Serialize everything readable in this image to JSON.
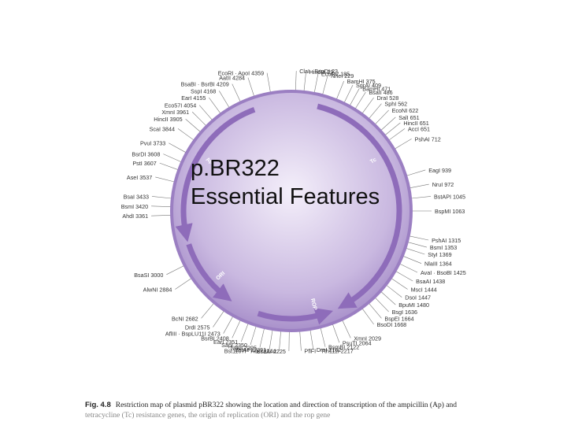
{
  "slide": {
    "title_line1": "p.BR322",
    "title_line2": "Essential Features"
  },
  "caption": {
    "figure_label": "Fig. 4.8",
    "text": "Restriction map of plasmid pBR322 showing the location and direction of transcription of the ampicillin (Ap) and",
    "text_line2": "tetracycline (Tc) resistance genes, the origin of replication (ORI) and the rop gene"
  },
  "plasmid": {
    "colors": {
      "disc_center": "#f4effa",
      "disc_edge": "#a58cc8",
      "ring": "#9b7fc2",
      "arrow": "#8e6cba",
      "label": "#333333",
      "leader": "#777777"
    },
    "genes": [
      {
        "label": "Tc",
        "angle": 58
      },
      {
        "label": "Ap",
        "angle": 302
      },
      {
        "label": "ORI",
        "angle": 228
      },
      {
        "label": "ROP",
        "angle": 166
      }
    ],
    "sites": [
      {
        "label": "EcoRI · ApoI 4359",
        "angle": 350
      },
      {
        "label": "AatII 4284",
        "angle": 342
      },
      {
        "label": "BsaBI · BsrBI 4209",
        "angle": 335
      },
      {
        "label": "SspI 4168",
        "angle": 329
      },
      {
        "label": "EarI 4155",
        "angle": 324
      },
      {
        "label": "Eco57I 4054",
        "angle": 319
      },
      {
        "label": "XmnI 3961",
        "angle": 315
      },
      {
        "label": "HincII 3905",
        "angle": 311
      },
      {
        "label": "ScaI 3844",
        "angle": 306
      },
      {
        "label": "PvuI 3733",
        "angle": 299
      },
      {
        "label": "BsrDI 3608",
        "angle": 294
      },
      {
        "label": "PstI 3607",
        "angle": 290
      },
      {
        "label": "AseI 3537",
        "angle": 284
      },
      {
        "label": "BsaI 3433",
        "angle": 276
      },
      {
        "label": "BsmI 3420",
        "angle": 272
      },
      {
        "label": "AhdI 3361",
        "angle": 268
      },
      {
        "label": "BsaSI 3000",
        "angle": 243
      },
      {
        "label": "AlwNI 2884",
        "angle": 236
      },
      {
        "label": "BcNI 2682",
        "angle": 220
      },
      {
        "label": "DrdI 2575",
        "angle": 214
      },
      {
        "label": "AflIII · BspLU11I 2473",
        "angle": 209
      },
      {
        "label": "BsrBI 2408",
        "angle": 205
      },
      {
        "label": "EarI 2351",
        "angle": 201
      },
      {
        "label": "SapI 2350",
        "angle": 197
      },
      {
        "label": "NdeI 2295",
        "angle": 193
      },
      {
        "label": "BstAPI 2291",
        "angle": 189
      },
      {
        "label": "Bst1107I · AccI 2244",
        "angle": 185
      },
      {
        "label": "BsaAI 2225",
        "angle": 181
      },
      {
        "label": "PflFI · Tth111I 2217",
        "angle": 176
      },
      {
        "label": "DraI 2162",
        "angle": 171
      },
      {
        "label": "BsmBI 2122",
        "angle": 166
      },
      {
        "label": "PsuTI 2064",
        "angle": 160
      },
      {
        "label": "XmnI 2029",
        "angle": 155
      },
      {
        "label": "BsoDI 1668",
        "angle": 144
      },
      {
        "label": "BspEI 1664",
        "angle": 140
      },
      {
        "label": "BsgI 1636",
        "angle": 136
      },
      {
        "label": "BpuMI 1480",
        "angle": 132
      },
      {
        "label": "DsoI 1447",
        "angle": 128
      },
      {
        "label": "MscI 1444",
        "angle": 124
      },
      {
        "label": "BsaAI 1438",
        "angle": 120
      },
      {
        "label": "AvaI · BsoBI 1425",
        "angle": 116
      },
      {
        "label": "NlaIII 1364",
        "angle": 112
      },
      {
        "label": "StyI 1369",
        "angle": 108
      },
      {
        "label": "BsmI 1353",
        "angle": 105
      },
      {
        "label": "PshAI 1315",
        "angle": 102
      },
      {
        "label": "BspMI 1063",
        "angle": 90
      },
      {
        "label": "BstAPI 1045",
        "angle": 84
      },
      {
        "label": "NruI 972",
        "angle": 79
      },
      {
        "label": "EagI 939",
        "angle": 73
      },
      {
        "label": "PshAI 712",
        "angle": 59
      },
      {
        "label": "AccI 651",
        "angle": 54
      },
      {
        "label": "HincII 651",
        "angle": 51
      },
      {
        "label": "SalI 651",
        "angle": 48
      },
      {
        "label": "EcoNI 622",
        "angle": 44
      },
      {
        "label": "SphI 562",
        "angle": 40
      },
      {
        "label": "DraI 528",
        "angle": 36
      },
      {
        "label": "BsaII 486",
        "angle": 32
      },
      {
        "label": "BamHI 471",
        "angle": 29
      },
      {
        "label": "SgrAI 409",
        "angle": 26
      },
      {
        "label": "BamHI 375",
        "angle": 22
      },
      {
        "label": "NheI 229",
        "angle": 15
      },
      {
        "label": "EcoRV 185",
        "angle": 11
      },
      {
        "label": "HindIII 29",
        "angle": 6
      },
      {
        "label": "ClaI · BspDI 23",
        "angle": 2
      }
    ]
  }
}
